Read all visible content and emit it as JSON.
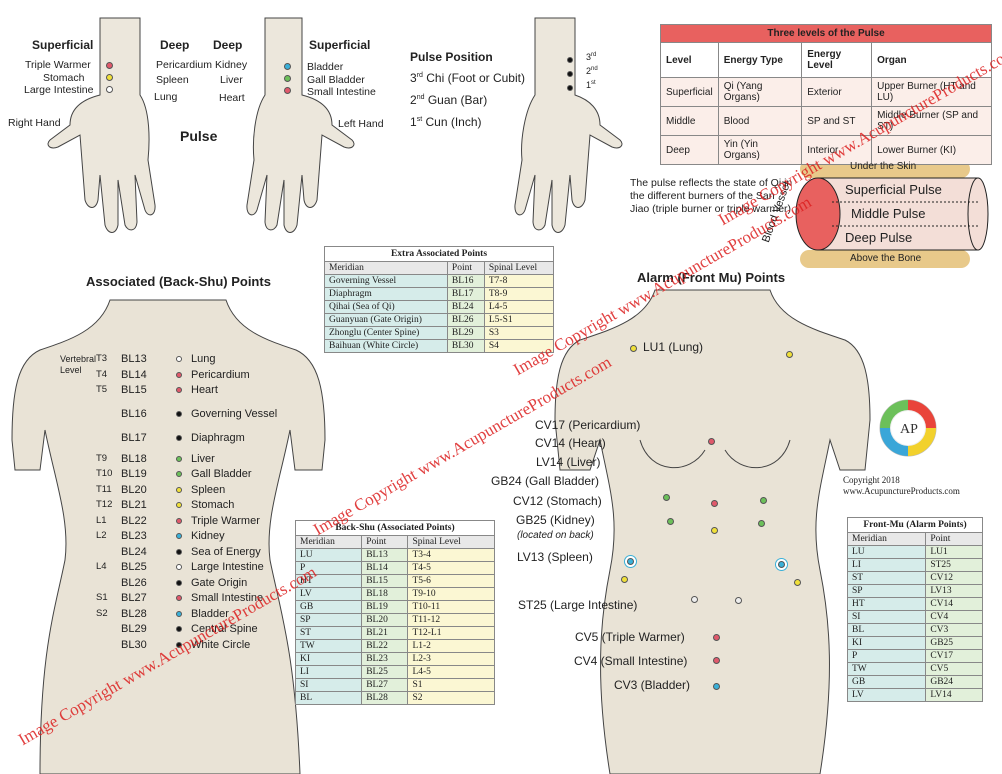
{
  "pulse": {
    "title": "Pulse",
    "right_hand": {
      "label": "Right Hand",
      "superficial_header": "Superficial",
      "deep_header": "Deep",
      "superficial": [
        "Triple Warmer",
        "Stomach",
        "Large Intestine"
      ],
      "deep": [
        "Pericardium",
        "Spleen",
        "Lung"
      ]
    },
    "left_hand": {
      "label": "Left Hand",
      "deep_header": "Deep",
      "superficial_header": "Superficial",
      "deep": [
        "Kidney",
        "Liver",
        "Heart"
      ],
      "superficial": [
        "Bladder",
        "Gall Bladder",
        "Small Intestine"
      ]
    },
    "position": {
      "title": "Pulse Position",
      "items": [
        {
          "num": "3",
          "sup": "rd",
          "label": "Chi (Foot or Cubit)"
        },
        {
          "num": "2",
          "sup": "nd",
          "label": "Guan (Bar)"
        },
        {
          "num": "1",
          "sup": "st",
          "label": "Cun (Inch)"
        }
      ],
      "wrist_marks": [
        {
          "num": "3",
          "sup": "rd"
        },
        {
          "num": "2",
          "sup": "nd"
        },
        {
          "num": "1",
          "sup": "st"
        }
      ]
    }
  },
  "three_levels": {
    "title": "Three levels of the Pulse",
    "headers": [
      "Level",
      "Energy Type",
      "Energy Level",
      "Organ"
    ],
    "rows": [
      [
        "Superficial",
        "Qi (Yang Organs)",
        "Exterior",
        "Upper Burner (HT and LU)"
      ],
      [
        "Middle",
        "Blood",
        "SP and ST",
        "Middle Burner (SP and ST)"
      ],
      [
        "Deep",
        "Yin (Yin Organs)",
        "Interior",
        "Lower Burner (KI)"
      ]
    ]
  },
  "vessel": {
    "caption": "The pulse reflects the state of Qi in the different burners of the San Jiao (triple burner or triple warmer)",
    "vessel_label": "Blood Vessel",
    "under_skin": "Under the Skin",
    "above_bone": "Above the Bone",
    "levels": [
      "Superficial Pulse",
      "Middle Pulse",
      "Deep Pulse"
    ]
  },
  "back_shu": {
    "title": "Associated (Back-Shu) Points",
    "vertebral_label": "Vertebral Level",
    "rows": [
      {
        "vert": "T3",
        "point": "BL13",
        "organ": "Lung",
        "color": "#ffffff"
      },
      {
        "vert": "T4",
        "point": "BL14",
        "organ": "Pericardium",
        "color": "#e0596b"
      },
      {
        "vert": "T5",
        "point": "BL15",
        "organ": "Heart",
        "color": "#e0596b"
      },
      {
        "vert": "",
        "point": "BL16",
        "organ": "Governing Vessel",
        "color": "#111111"
      },
      {
        "vert": "",
        "point": "BL17",
        "organ": "Diaphragm",
        "color": "#111111"
      },
      {
        "vert": "T9",
        "point": "BL18",
        "organ": "Liver",
        "color": "#6cc05a"
      },
      {
        "vert": "T10",
        "point": "BL19",
        "organ": "Gall Bladder",
        "color": "#6cc05a"
      },
      {
        "vert": "T11",
        "point": "BL20",
        "organ": "Spleen",
        "color": "#f0e03a"
      },
      {
        "vert": "T12",
        "point": "BL21",
        "organ": "Stomach",
        "color": "#f0e03a"
      },
      {
        "vert": "L1",
        "point": "BL22",
        "organ": "Triple Warmer",
        "color": "#e0596b"
      },
      {
        "vert": "L2",
        "point": "BL23",
        "organ": "Kidney",
        "color": "#3ab0d8"
      },
      {
        "vert": "",
        "point": "BL24",
        "organ": "Sea of Energy",
        "color": "#111111"
      },
      {
        "vert": "L4",
        "point": "BL25",
        "organ": "Large Intestine",
        "color": "#ffffff"
      },
      {
        "vert": "",
        "point": "BL26",
        "organ": "Gate Origin",
        "color": "#111111"
      },
      {
        "vert": "S1",
        "point": "BL27",
        "organ": "Small Intestine",
        "color": "#e0596b"
      },
      {
        "vert": "S2",
        "point": "BL28",
        "organ": "Bladder",
        "color": "#3ab0d8"
      },
      {
        "vert": "",
        "point": "BL29",
        "organ": "Central Spine",
        "color": "#111111"
      },
      {
        "vert": "",
        "point": "BL30",
        "organ": "White Circle",
        "color": "#111111"
      }
    ]
  },
  "extra_table": {
    "title": "Extra Associated Points",
    "headers": [
      "Meridian",
      "Point",
      "Spinal Level"
    ],
    "rows": [
      [
        "Governing Vessel",
        "BL16",
        "T7-8"
      ],
      [
        "Diaphragm",
        "BL17",
        "T8-9"
      ],
      [
        "Qihai (Sea of Qi)",
        "BL24",
        "L4-5"
      ],
      [
        "Guanyuan (Gate Origin)",
        "BL26",
        "L5-S1"
      ],
      [
        "Zhonglu (Center Spine)",
        "BL29",
        "S3"
      ],
      [
        "Baihuan (White Circle)",
        "BL30",
        "S4"
      ]
    ]
  },
  "backshu_table": {
    "title": "Back-Shu (Associated Points)",
    "headers": [
      "Meridian",
      "Point",
      "Spinal Level"
    ],
    "rows": [
      [
        "LU",
        "BL13",
        "T3-4"
      ],
      [
        "P",
        "BL14",
        "T4-5"
      ],
      [
        "HT",
        "BL15",
        "T5-6"
      ],
      [
        "LV",
        "BL18",
        "T9-10"
      ],
      [
        "GB",
        "BL19",
        "T10-11"
      ],
      [
        "SP",
        "BL20",
        "T11-12"
      ],
      [
        "ST",
        "BL21",
        "T12-L1"
      ],
      [
        "TW",
        "BL22",
        "L1-2"
      ],
      [
        "KI",
        "BL23",
        "L2-3"
      ],
      [
        "LI",
        "BL25",
        "L4-5"
      ],
      [
        "SI",
        "BL27",
        "S1"
      ],
      [
        "BL",
        "BL28",
        "S2"
      ]
    ]
  },
  "front_mu": {
    "title": "Alarm (Front Mu) Points",
    "labels": [
      "LU1 (Lung)",
      "CV17 (Pericardium)",
      "CV14 (Heart)",
      "LV14 (Liver)",
      "GB24 (Gall Bladder)",
      "CV12 (Stomach)",
      "GB25 (Kidney)",
      "(located on back)",
      "LV13 (Spleen)",
      "ST25 (Large Intestine)",
      "CV5 (Triple Warmer)",
      "CV4 (Small Intestine)",
      "CV3 (Bladder)"
    ]
  },
  "frontmu_table": {
    "title": "Front-Mu (Alarm Points)",
    "headers": [
      "Meridian",
      "Point"
    ],
    "rows": [
      [
        "LU",
        "LU1"
      ],
      [
        "LI",
        "ST25"
      ],
      [
        "ST",
        "CV12"
      ],
      [
        "SP",
        "LV13"
      ],
      [
        "HT",
        "CV14"
      ],
      [
        "SI",
        "CV4"
      ],
      [
        "BL",
        "CV3"
      ],
      [
        "KI",
        "GB25"
      ],
      [
        "P",
        "CV17"
      ],
      [
        "TW",
        "CV5"
      ],
      [
        "GB",
        "GB24"
      ],
      [
        "LV",
        "LV14"
      ]
    ]
  },
  "copyright": {
    "line1": "Copyright 2018",
    "line2": "www.AcupunctureProducts.com"
  },
  "watermark": "Image Copyright www.AcupunctureProducts.com",
  "colors": {
    "heart_red": "#e0596b",
    "wood_green": "#6cc05a",
    "earth_yellow": "#f0e03a",
    "water_blue": "#3ab0d8",
    "skin": "#e9e3d6",
    "table_header_red": "#e8615f"
  }
}
